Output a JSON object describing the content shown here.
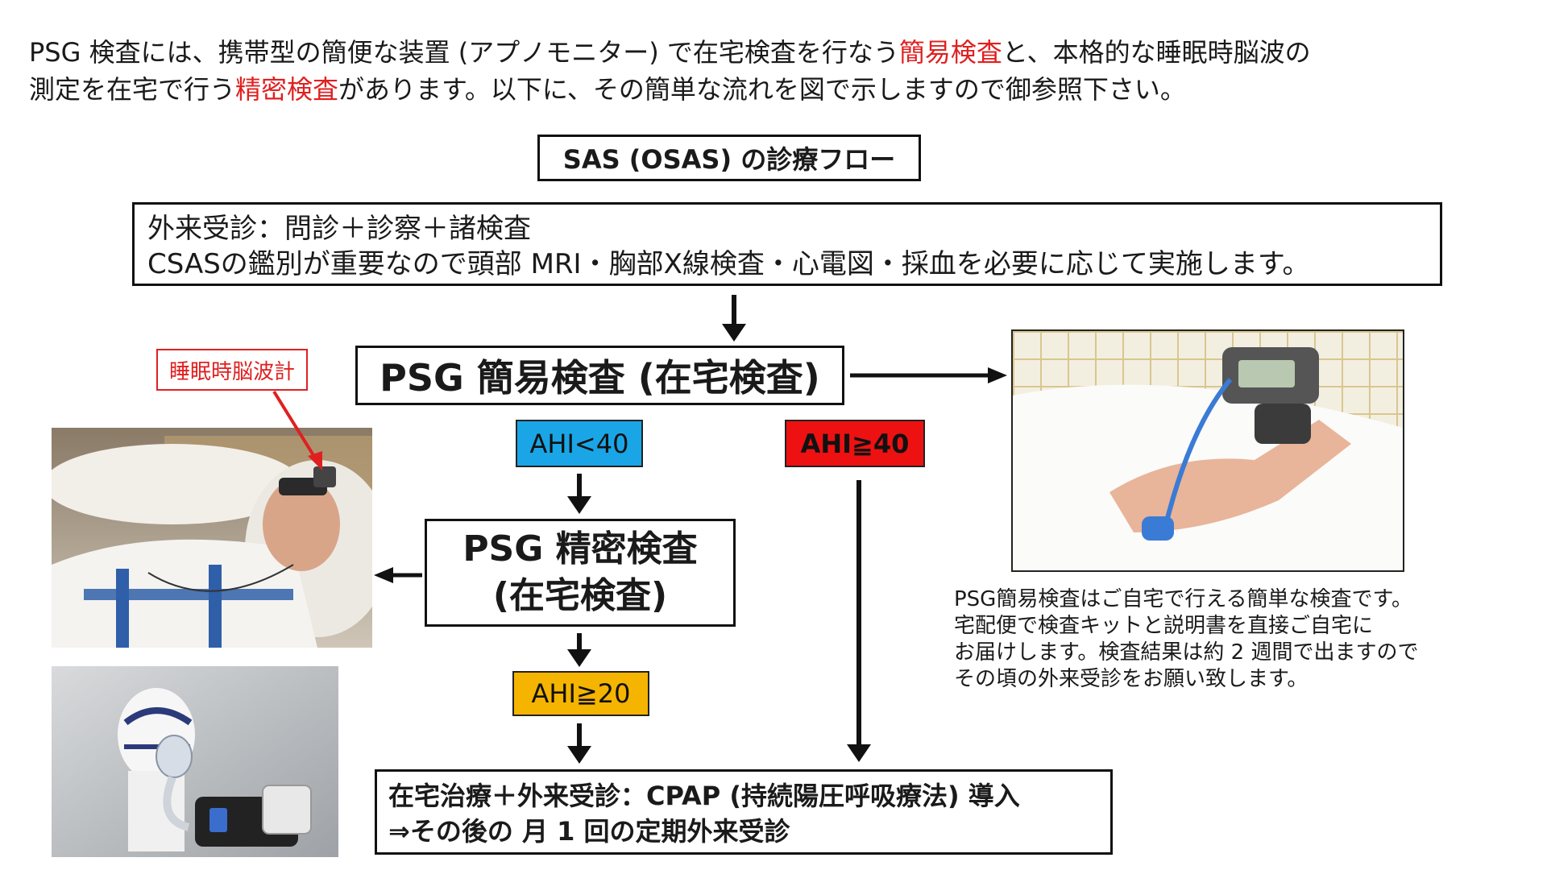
{
  "intro": {
    "line1_a": "PSG 検査には、携帯型の簡便な装置 (アプノモニター) で在宅検査を行なう",
    "line1_hl": "簡易検査",
    "line1_b": "と、本格的な睡眠時脳波の",
    "line2_a": "測定を在宅で行う",
    "line2_hl": "精密検査",
    "line2_b": "があります。以下に、その簡単な流れを図で示しますので御参照下さい。"
  },
  "flow": {
    "title": "SAS (OSAS) の診療フロー",
    "visit_line1": "外来受診：問診＋診察＋諸検査",
    "visit_line2": "CSASの鑑別が重要なので頭部 MRI・胸部X線検査・心電図・採血を必要に応じて実施します。",
    "simple_test": "PSG 簡易検査 (在宅検査)",
    "precise_line1": "PSG 精密検査",
    "precise_line2": "(在宅検査)",
    "cpap_line1": "在宅治療＋外来受診：CPAP (持続陽圧呼吸療法) 導入",
    "cpap_line2": "⇒その後の 月 1 回の定期外来受診"
  },
  "badges": {
    "ahi_lt40": "AHI<40",
    "ahi_ge40": "AHI≧40",
    "ahi_ge20": "AHI≧20"
  },
  "colors": {
    "highlight": "#e02020",
    "ahi_lt40": "#1aa6e6",
    "ahi_ge40": "#ee1111",
    "ahi_ge20": "#f5b400"
  },
  "labels": {
    "eeg_device": "睡眠時脳波計"
  },
  "note": {
    "line1": "PSG簡易検査はご自宅で行える簡単な検査です。",
    "line2": "宅配便で検査キットと説明書を直接ご自宅に",
    "line3": "お届けします。検査結果は約 2 週間で出ますので",
    "line4": "その頃の外来受診をお願い致します。"
  }
}
